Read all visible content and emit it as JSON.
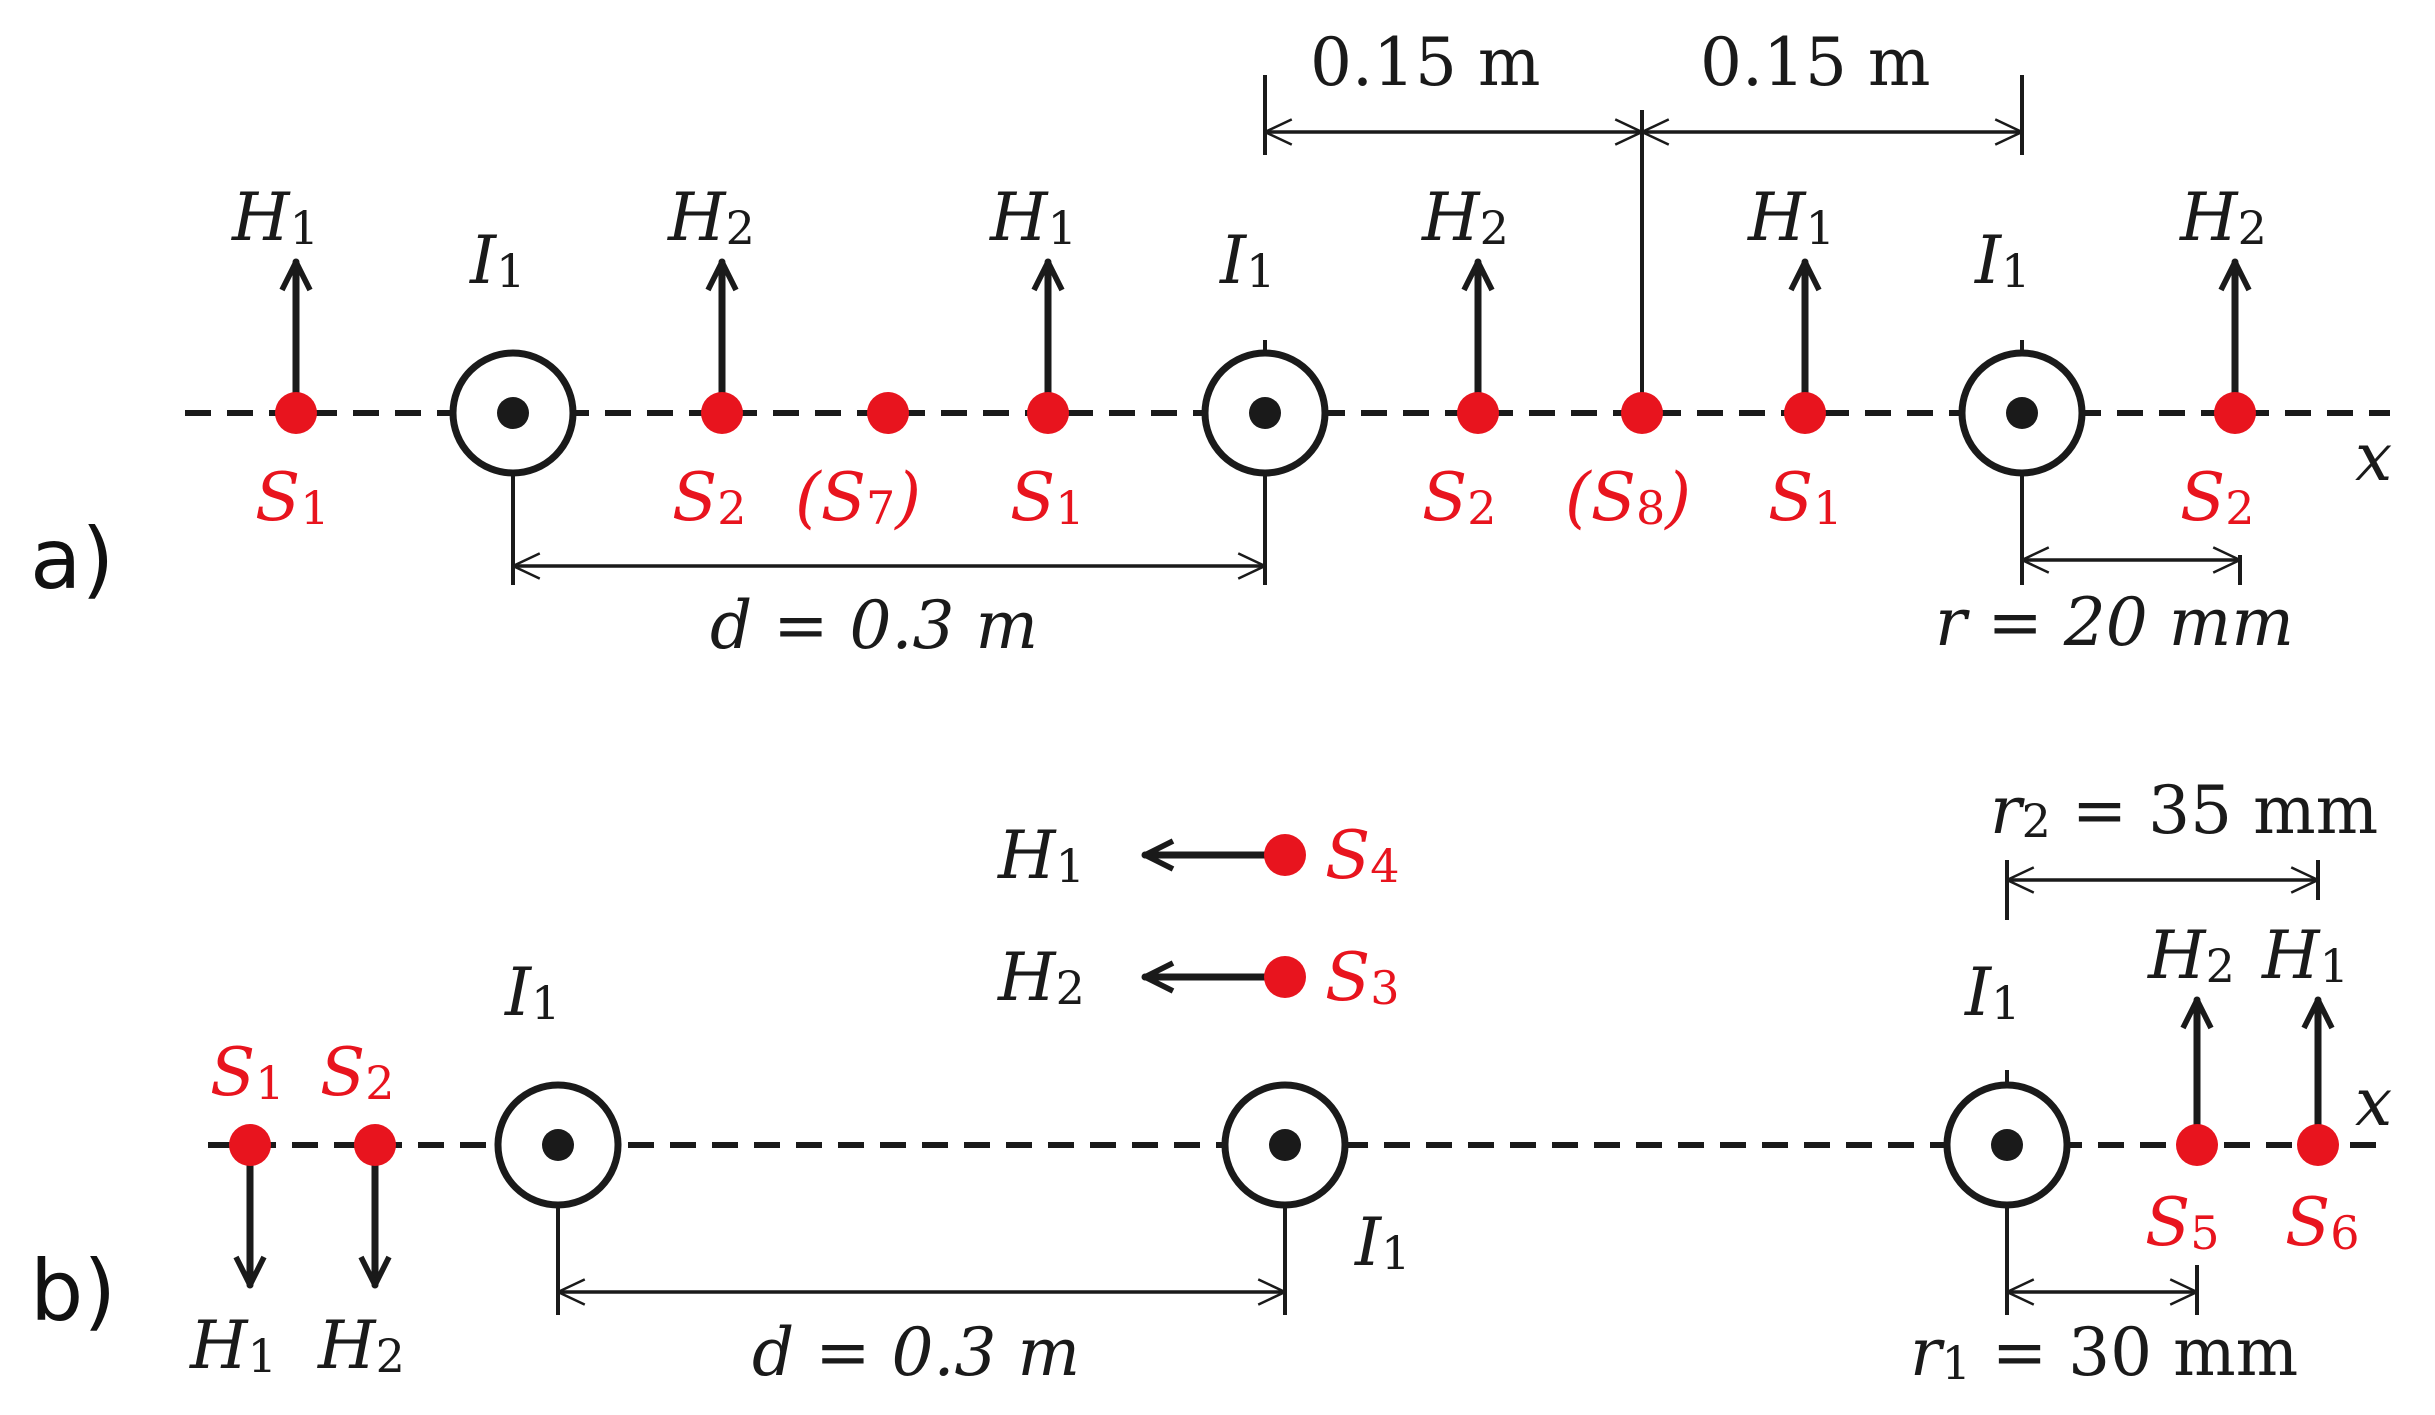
{
  "panel_a": {
    "label": "a)",
    "axis_label": "x",
    "dim_left": "0.15 m",
    "dim_right": "0.15 m",
    "d_label": "d = 0.3 m",
    "r_label": "r = 20 mm",
    "wire_labels": [
      "I1",
      "I1",
      "I1"
    ],
    "field_labels": [
      "H1",
      "H2",
      "H1",
      "H2",
      "H1",
      "H2"
    ],
    "sensor_labels": [
      "S1",
      "S2",
      "(S7)",
      "S1",
      "S2",
      "(S8)",
      "S1",
      "S2"
    ]
  },
  "panel_b": {
    "label": "b)",
    "axis_label": "x",
    "r2_label": "r2 = 35 mm",
    "r1_label": "r1 = 30 mm",
    "d_label": "d = 0.3 m",
    "wire_labels": [
      "I1",
      "I1",
      "I1"
    ],
    "top_sensors": [
      {
        "field": "H1",
        "sensor": "S4"
      },
      {
        "field": "H2",
        "sensor": "S3"
      }
    ],
    "left_sensors": [
      "S1",
      "S2"
    ],
    "left_fields": [
      "H1",
      "H2"
    ],
    "right_fields": [
      "H2",
      "H1"
    ],
    "right_sensors": [
      "S5",
      "S6"
    ]
  },
  "colors": {
    "sensor": "#e8141e",
    "ink": "#1a1a1a"
  }
}
